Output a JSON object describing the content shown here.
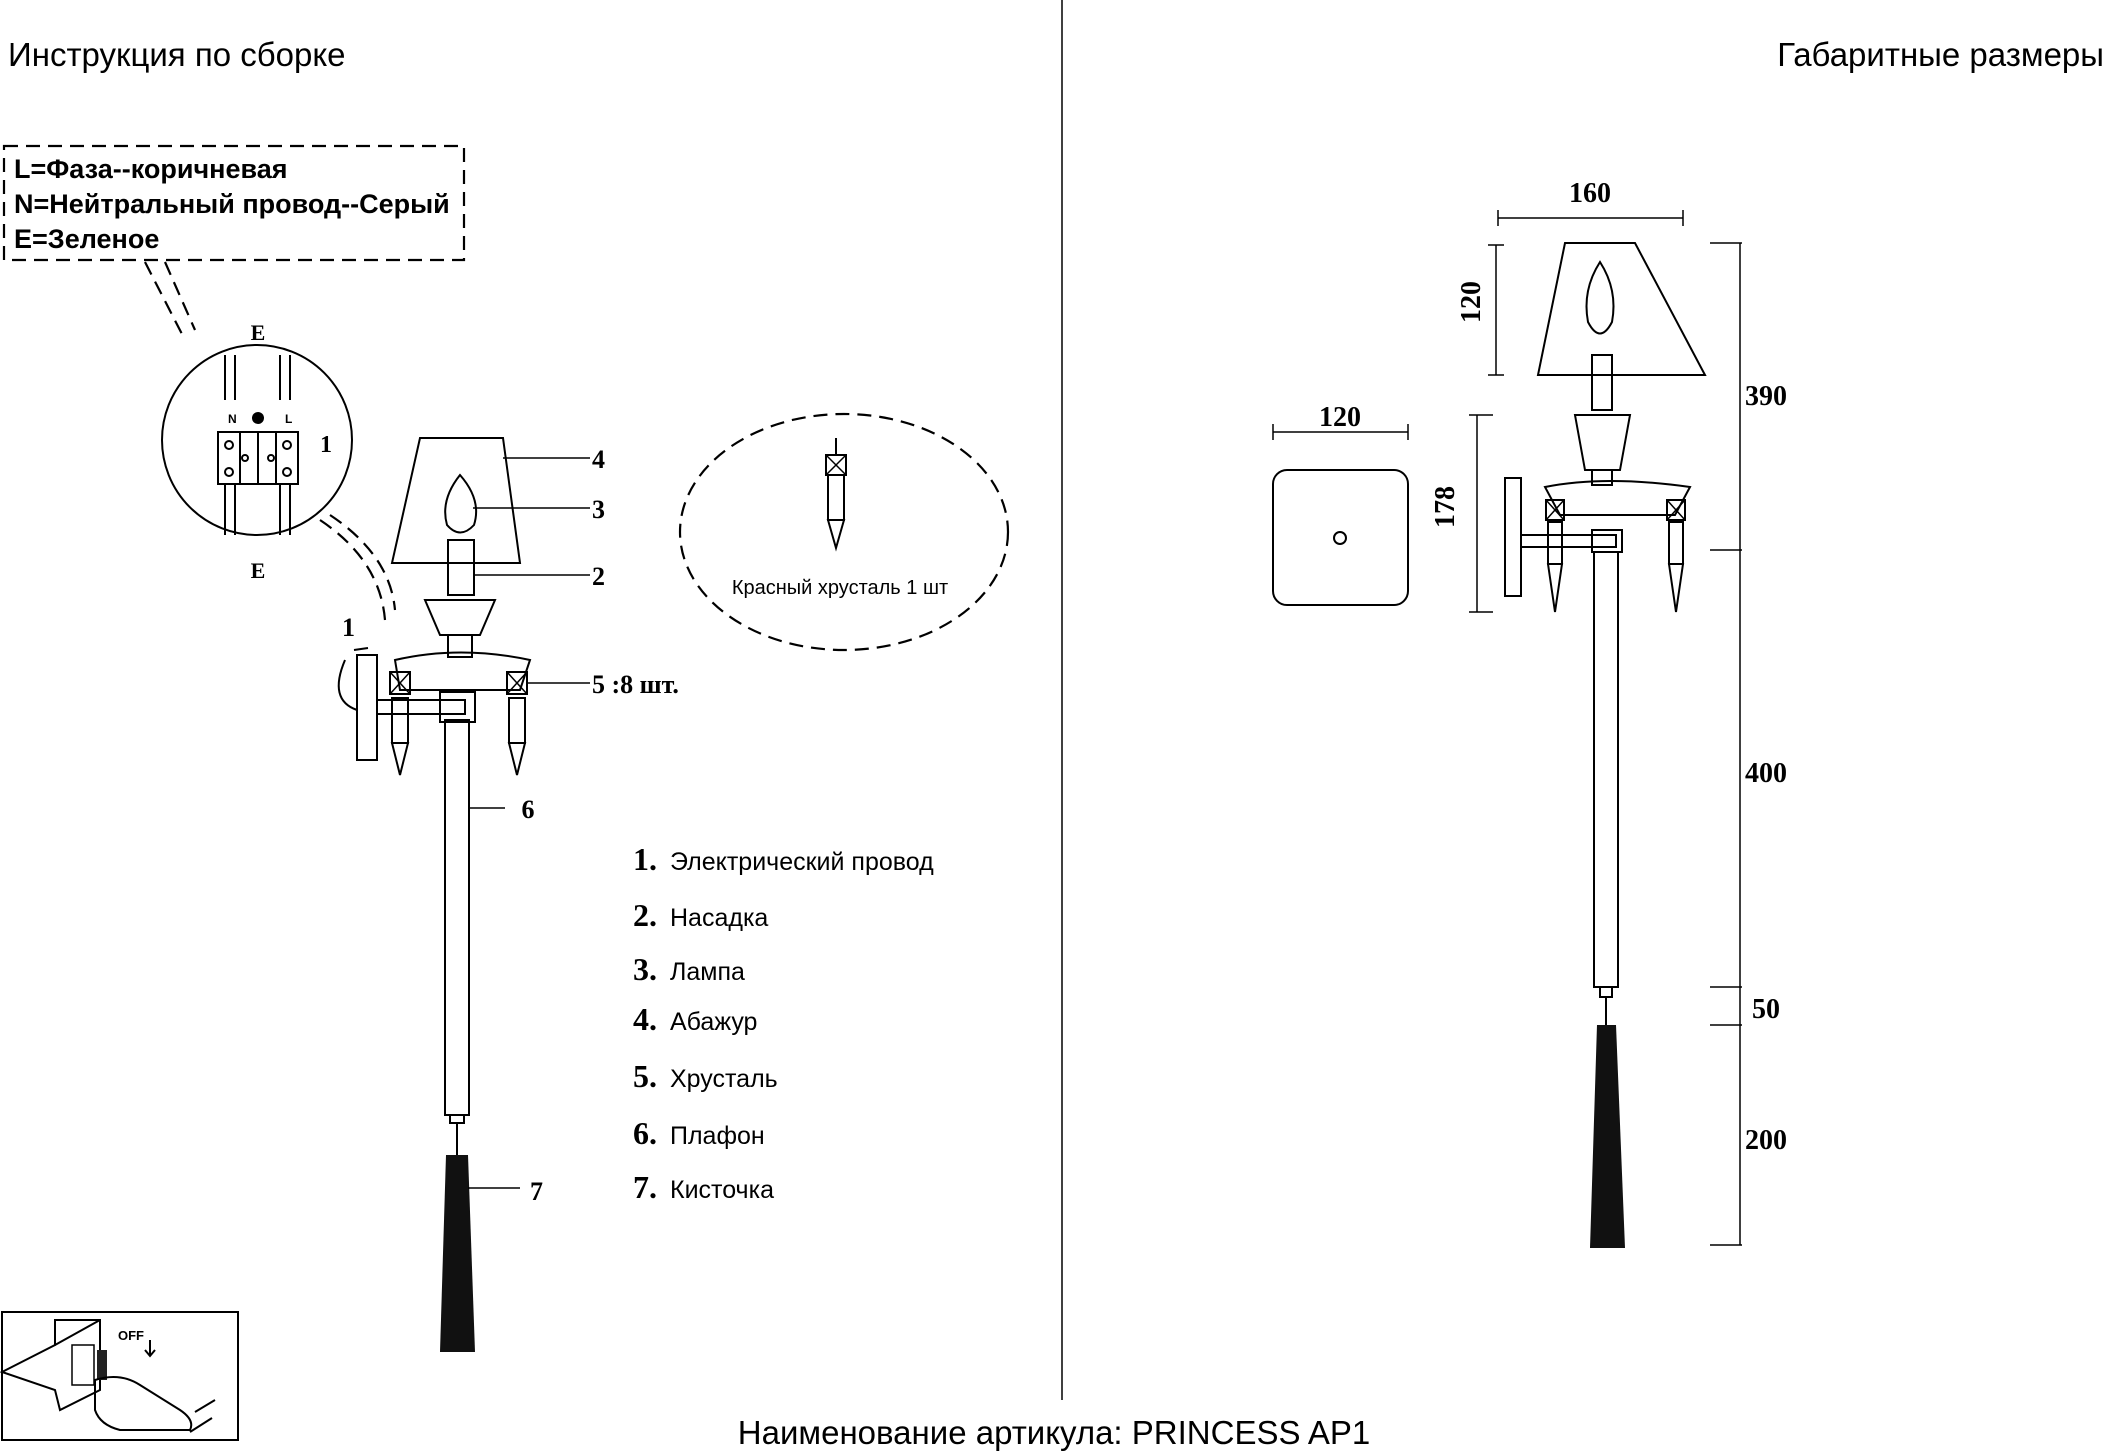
{
  "header": {
    "left_title": "Инструкция по сборке",
    "right_title": "Габаритные размеры"
  },
  "wiring_legend": {
    "line1": "L=Фаза--коричневая",
    "line2": "N=Нейтральный провод--Серый",
    "line3": "E=Зеленое"
  },
  "terminal": {
    "top_label": "E",
    "bottom_label": "E",
    "n_label": "N",
    "l_label": "L",
    "callout": "1"
  },
  "callouts": {
    "c1": "1",
    "c2": "2",
    "c3": "3",
    "c4": "4",
    "c5": "5 :8 шт.",
    "c6": "6",
    "c7": "7"
  },
  "extra_crystal": {
    "label": "Красный хрусталь 1 шт"
  },
  "parts": [
    {
      "num": "1.",
      "name": "Электрический провод"
    },
    {
      "num": "2.",
      "name": "Насадка"
    },
    {
      "num": "3.",
      "name": "Лампа"
    },
    {
      "num": "4.",
      "name": "Абажур"
    },
    {
      "num": "5.",
      "name": "Хрусталь"
    },
    {
      "num": "6.",
      "name": "Плафон"
    },
    {
      "num": "7.",
      "name": "Кисточка"
    }
  ],
  "dimensions": {
    "shade_width": "160",
    "shade_height": "120",
    "plate_width": "120",
    "plate_height": "178",
    "upper_height": "390",
    "rod_length": "400",
    "connector": "50",
    "tassel": "200"
  },
  "power_off_label": "OFF",
  "footer": {
    "article": "Наименование артикула: PRINCESS AP1"
  }
}
